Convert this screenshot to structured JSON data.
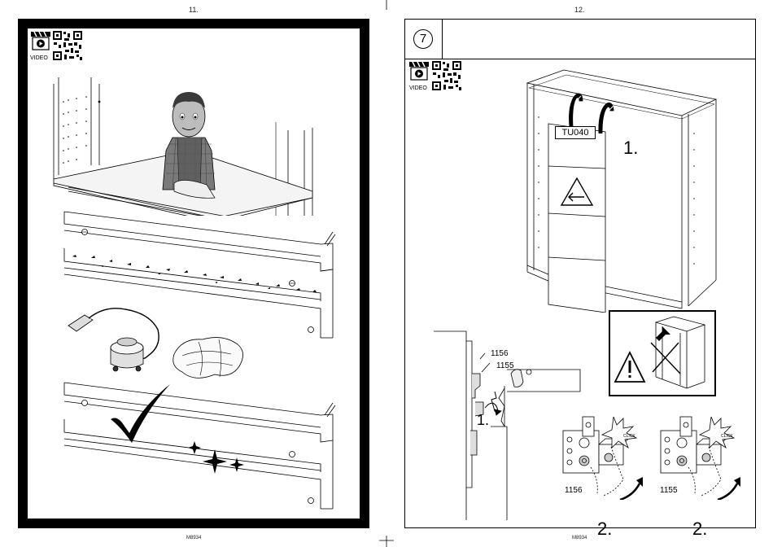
{
  "left_page": {
    "page_number": "11.",
    "video_label": "VIDEO",
    "footer_code": "M8934"
  },
  "right_page": {
    "page_number": "12.",
    "step_number": "7",
    "video_label": "VIDEO",
    "door_label": "TU040",
    "step1_label": "1.",
    "part_label_a": "1156",
    "part_label_b": "1155",
    "detail_step1_label": "1.",
    "click_label_a": "CLICK",
    "click_label_b": "CLICK",
    "roller_label_a": "1156",
    "roller_label_b": "1155",
    "step2_label_a": "2.",
    "step2_label_b": "2.",
    "footer_code": "M8934"
  }
}
